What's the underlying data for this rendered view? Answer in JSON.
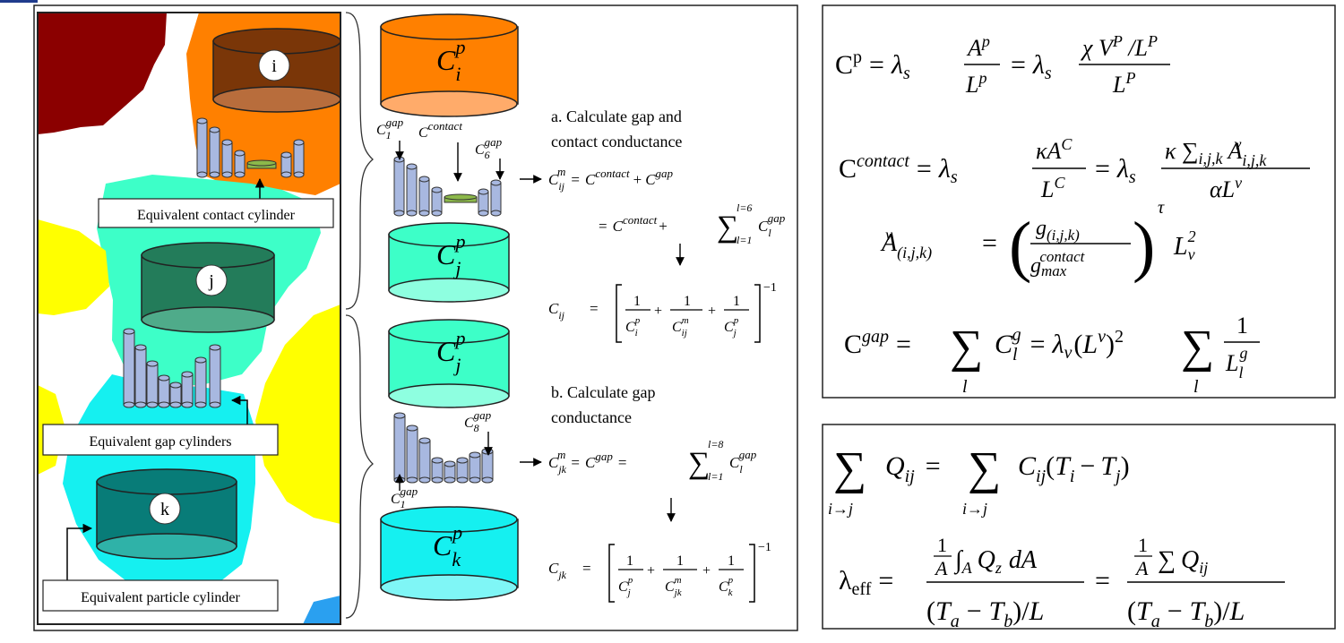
{
  "labels": {
    "particle_i": "i",
    "particle_j": "j",
    "particle_k": "k",
    "contact_cyl": "Equivalent contact cylinder",
    "gap_cyls": "Equivalent gap cylinders",
    "particle_cyl": "Equivalent particle cylinder"
  },
  "middle": {
    "step_a_line1": "a. Calculate gap and",
    "step_a_line2": "contact conductance",
    "step_b_line1": "b. Calculate gap",
    "step_b_line2": "conductance",
    "cyl_i": "C_i^p",
    "cyl_j1": "C_j^p",
    "cyl_j2": "C_j^p",
    "cyl_k": "C_k^p",
    "lab_c1gap": "C_1^gap",
    "lab_contact": "C^contact",
    "lab_c6gap": "C_6^gap",
    "lab_c8gap": "C_8^gap",
    "lab_c1gap_b": "C_1^gap",
    "eq_cm_ij_1": "C_ij^m = C^contact + C^gap",
    "eq_cm_ij_2": "= C^contact + Σ_{l=1}^{l=6} C_l^gap",
    "eq_c_ij": "C_ij = [1/C_i^p + 1/C_ij^m + 1/C_j^p]^-1",
    "eq_cm_jk": "C_jk^m = C^gap = Σ_{l=1}^{l=8} C_l^gap",
    "eq_c_jk": "C_jk = [1/C_j^p + 1/C_jk^m + 1/C_k^p]^-1"
  },
  "right_top": {
    "eq1": "C^p = λ_s A^p/L^p = λ_s (χ V^P / L^P)/L^P",
    "eq2": "C^contact = λ_s κA^C/L^C = λ_s κ Σ_{i,j,k} A^v_{i,j,k} / (α L^v)",
    "eq3": "A^v_(i,j,k) = (g_(i,j,k) / g^contact_max)^τ L_v^2",
    "eq4": "C^gap = Σ_l C_l^g = λ_v (L^v)^2 Σ_l 1/L_l^g"
  },
  "right_bottom": {
    "eq1": "Σ_{i→j} Q_ij = Σ_{i→j} C_ij (T_i − T_j)",
    "eq2": "λ_eff = ((1/A) ∫_A Q_z dA)/((T_a − T_b)/L) = ((1/A) Σ Q_ij)/((T_a − T_b)/L)"
  },
  "colors": {
    "dark_red": "#8b0000",
    "orange": "#ff8000",
    "brown": "#7a3608",
    "aquamarine": "#3dffc8",
    "dark_green": "#237c5a",
    "yellow": "#ffff00",
    "cyan": "#15f0f0",
    "teal": "#087c78",
    "gap_cylinder": "#a8b8e0",
    "contact_cylinder": "#8cb84a"
  }
}
